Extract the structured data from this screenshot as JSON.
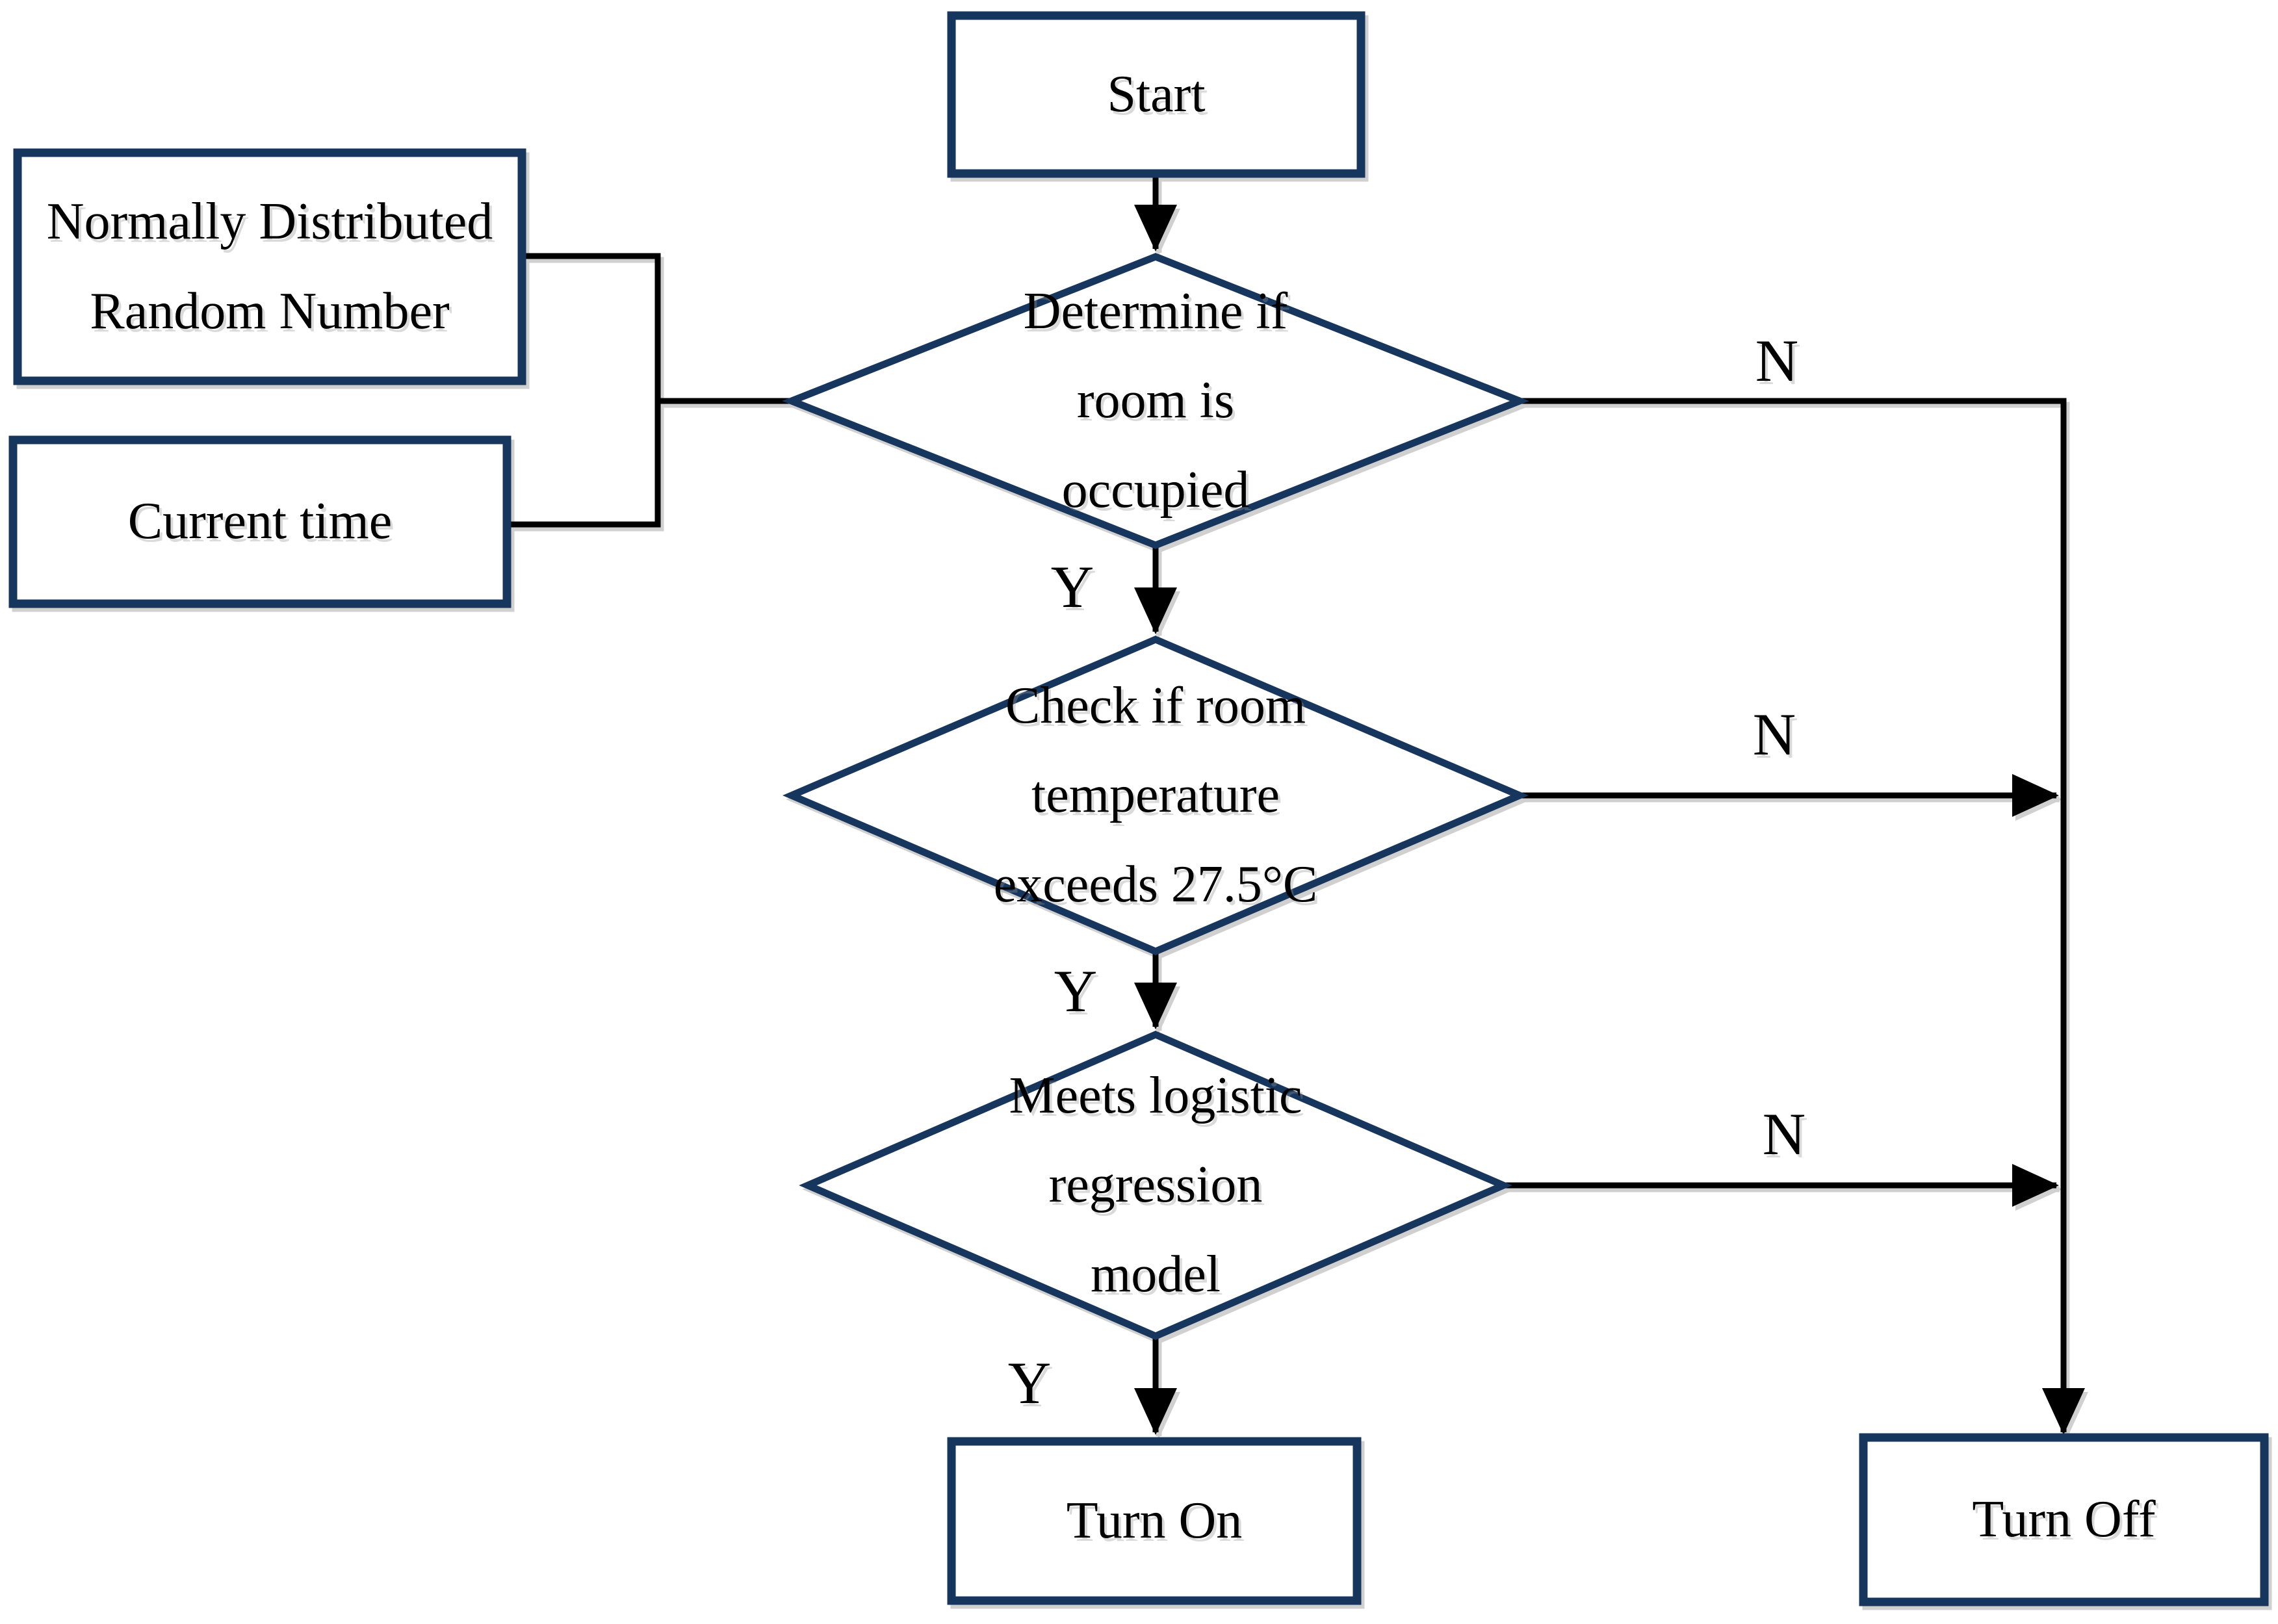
{
  "colors": {
    "node_border": "#17365d",
    "edge": "#000000",
    "background": "#ffffff",
    "text": "#000000"
  },
  "nodes": {
    "start": {
      "label": "Start"
    },
    "random_number": {
      "label": "Normally Distributed\nRandom Number"
    },
    "current_time": {
      "label": "Current time"
    },
    "occupied_decision": {
      "label": "Determine if\nroom is\noccupied"
    },
    "temperature_decision": {
      "label": "Check if room\ntemperature\nexceeds 27.5°C"
    },
    "logistic_decision": {
      "label": "Meets logistic\nregression\nmodel"
    },
    "turn_on": {
      "label": "Turn On"
    },
    "turn_off": {
      "label": "Turn Off"
    }
  },
  "edge_labels": {
    "occupied_no": "N",
    "occupied_yes": "Y",
    "temperature_no": "N",
    "temperature_yes": "Y",
    "logistic_no": "N",
    "logistic_yes": "Y"
  }
}
